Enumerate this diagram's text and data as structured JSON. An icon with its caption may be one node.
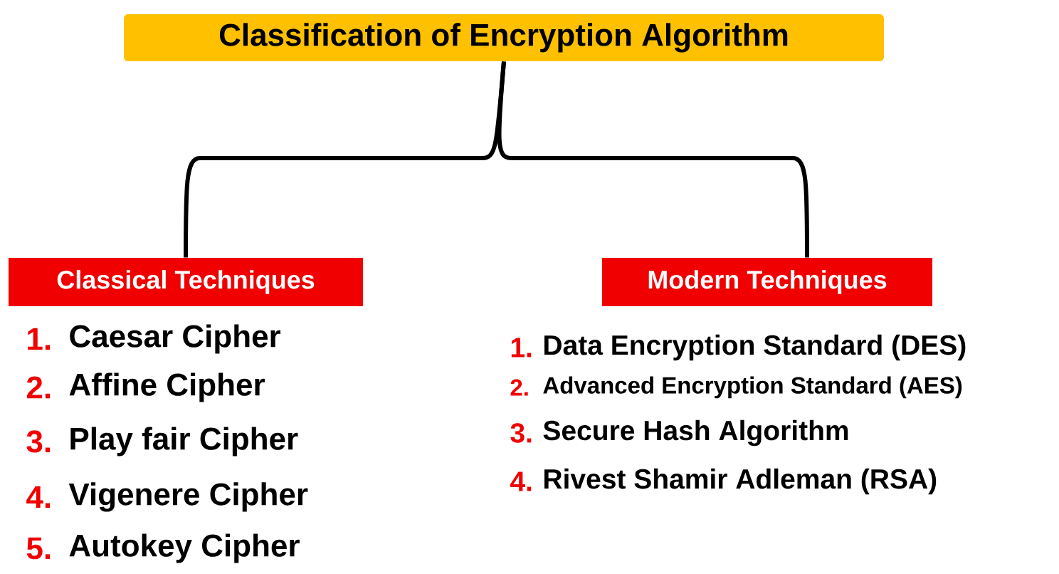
{
  "diagram": {
    "nodes": [
      {
        "text": [
          "Classification of Encryption Algorithm"
        ]
      },
      {
        "text": [
          "Classical Techniques"
        ]
      },
      {
        "text": [
          "Modern Techniques"
        ]
      }
    ],
    "edges": [
      {
        "from": 0,
        "to": 1,
        "arrow": "none"
      },
      {
        "from": 0,
        "to": 2,
        "arrow": "none"
      }
    ],
    "labels": [
      "1.",
      "Caesar Cipher",
      "2.",
      "Affine Cipher",
      "3.",
      "Play fair Cipher",
      "4.",
      "Vigenere Cipher",
      "5.",
      "Autokey Cipher",
      "1.",
      "Data Encryption Standard (DES)",
      "2.",
      "Advanced Encryption Standard (AES)",
      "3.",
      "Secure Hash Algorithm",
      "4.",
      "Rivest Shamir Adleman (RSA)"
    ]
  }
}
